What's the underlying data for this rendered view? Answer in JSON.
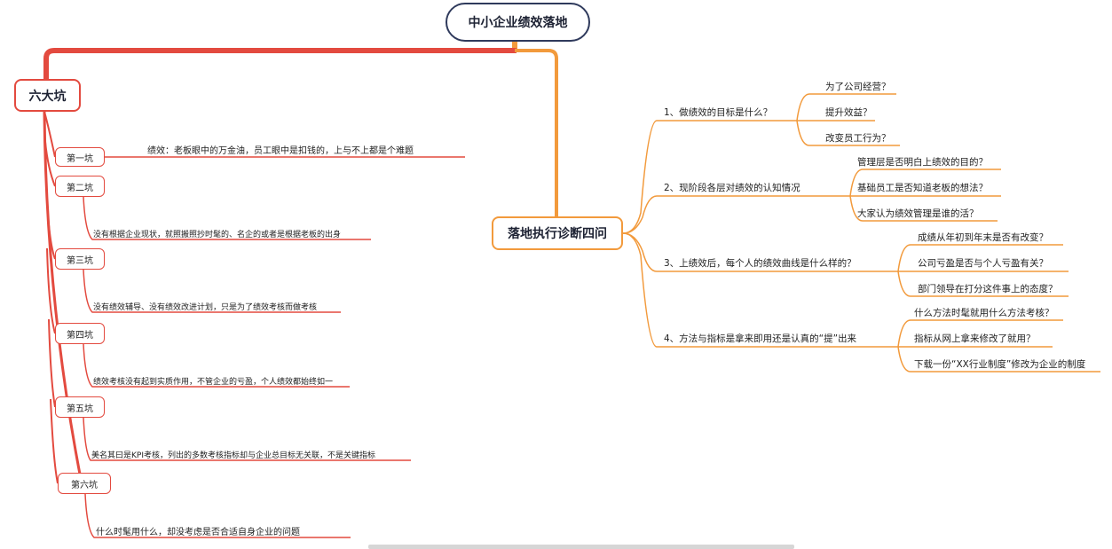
{
  "root": {
    "label": "中小企业绩效落地"
  },
  "left_branch": {
    "label": "六大坑",
    "pits": [
      {
        "label": "第一坑",
        "desc": "绩效：老板眼中的万金油，员工眼中是扣钱的，上与不上都是个难题"
      },
      {
        "label": "第二坑",
        "desc": "没有根据企业现状，就照搬照抄时髦的、名企的或者是根据老板的出身"
      },
      {
        "label": "第三坑",
        "desc": "没有绩效辅导、没有绩效改进计划，只是为了绩效考核而做考核"
      },
      {
        "label": "第四坑",
        "desc": "绩效考核没有起到实质作用，不管企业的亏盈，个人绩效都始终如一"
      },
      {
        "label": "第五坑",
        "desc": "美名其曰是KPI考核，列出的多数考核指标却与企业总目标无关联，不是关键指标"
      },
      {
        "label": "第六坑",
        "desc": "什么时髦用什么，却没考虑是否合适自身企业的问题"
      }
    ]
  },
  "right_branch": {
    "label": "落地执行诊断四问",
    "questions": [
      {
        "label": "1、做绩效的目标是什么？",
        "children": [
          "为了公司经营？",
          "提升效益？",
          "改变员工行为？"
        ]
      },
      {
        "label": "2、现阶段各层对绩效的认知情况",
        "children": [
          "管理层是否明白上绩效的目的？",
          "基础员工是否知道老板的想法？",
          "大家认为绩效管理是谁的活？"
        ]
      },
      {
        "label": "3、上绩效后，每个人的绩效曲线是什么样的？",
        "children": [
          "成绩从年初到年末是否有改变？",
          "公司亏盈是否与个人亏盈有关？",
          "部门领导在打分这件事上的态度？"
        ]
      },
      {
        "label": "4、方法与指标是拿来即用还是认真的“提”出来",
        "children": [
          "什么方法时髦就用什么方法考核？",
          "指标从网上拿来修改了就用？",
          "下载一份“XX行业制度”修改为企业的制度"
        ]
      }
    ]
  },
  "colors": {
    "root_border": "#2f3a5c",
    "left_branch": "#e34a3f",
    "right_branch": "#f29a3c"
  }
}
